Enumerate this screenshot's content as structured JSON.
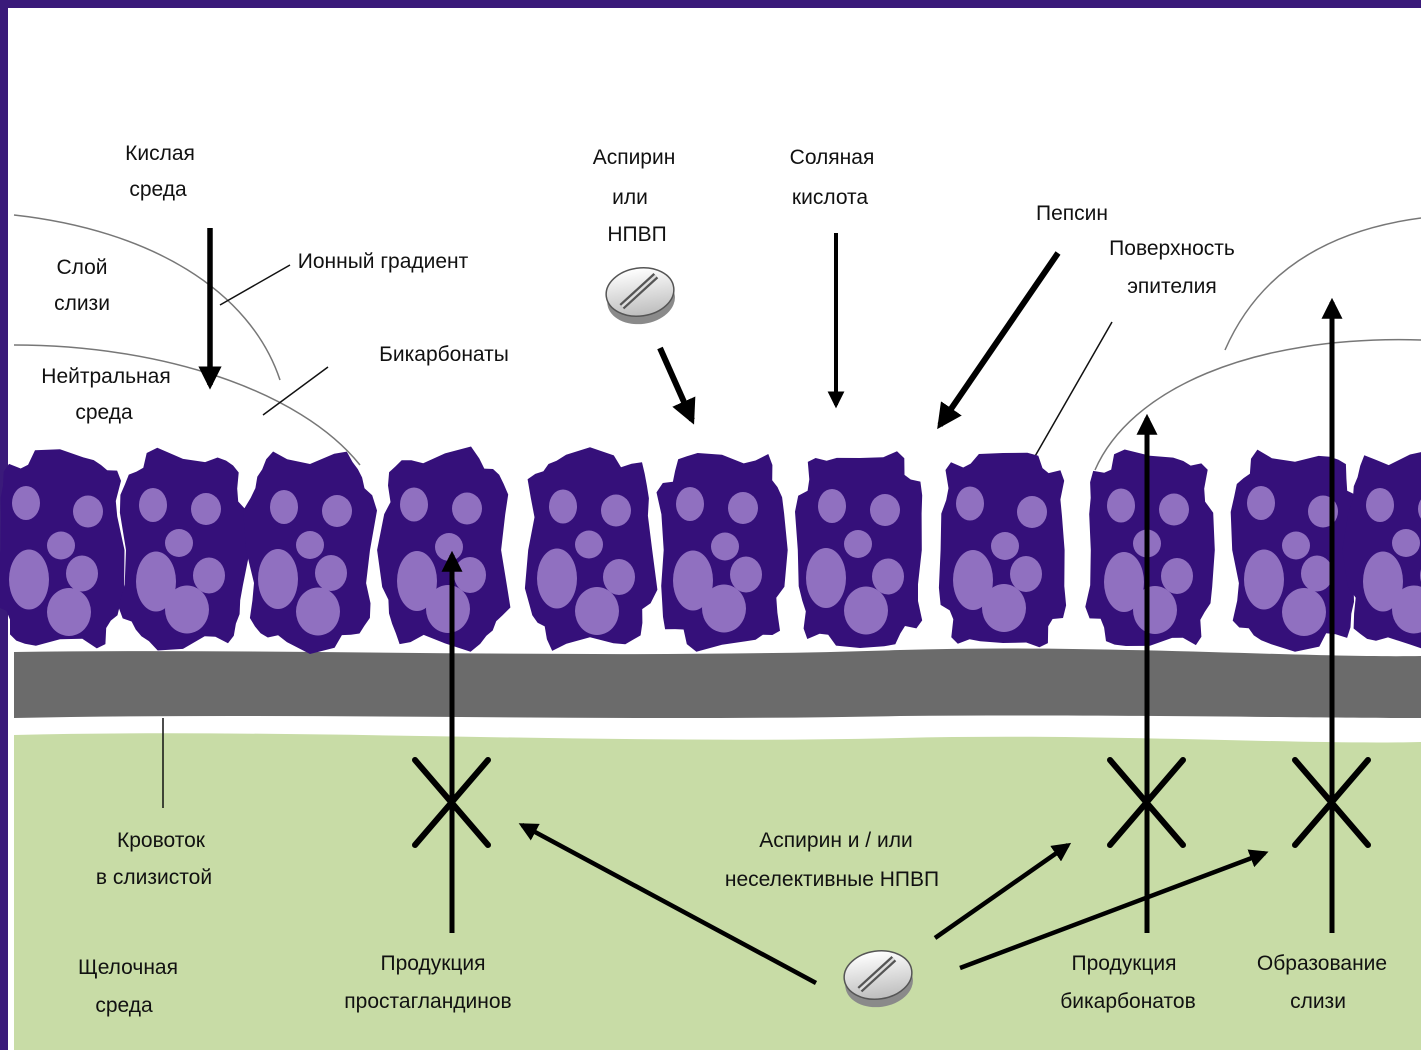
{
  "labels": {
    "acid_env": [
      "Кислая",
      "среда"
    ],
    "mucus_layer": [
      "Слой",
      "слизи"
    ],
    "ion_gradient": "Ионный градиент",
    "neutral_env": [
      "Нейтральная",
      "среда"
    ],
    "bicarbonates": "Бикарбонаты",
    "aspirin_nsaid": [
      "Аспирин",
      "или",
      "НПВП"
    ],
    "hcl": [
      "Соляная",
      "кислота"
    ],
    "pepsin": "Пепсин",
    "epithelium_surface": [
      "Поверхность",
      "эпителия"
    ],
    "mucosal_bloodflow": [
      "Кровоток",
      "в слизистой"
    ],
    "aspirin_nonselective": [
      "Аспирин и / или",
      "неселективные НПВП"
    ],
    "alkaline_env": [
      "Щелочная",
      "среда"
    ],
    "prostaglandin_production": [
      "Продукция",
      "простагландинов"
    ],
    "bicarbonate_production": [
      "Продукция",
      "бикарбонатов"
    ],
    "mucus_formation": [
      "Образование",
      "слизи"
    ]
  },
  "colors": {
    "border": "#3a1a7a",
    "cell": "#35107a",
    "nucleus": "#9070c0",
    "basement": "#6b6b6b",
    "submucosa": "#c8dca6",
    "arrow": "#000000"
  }
}
